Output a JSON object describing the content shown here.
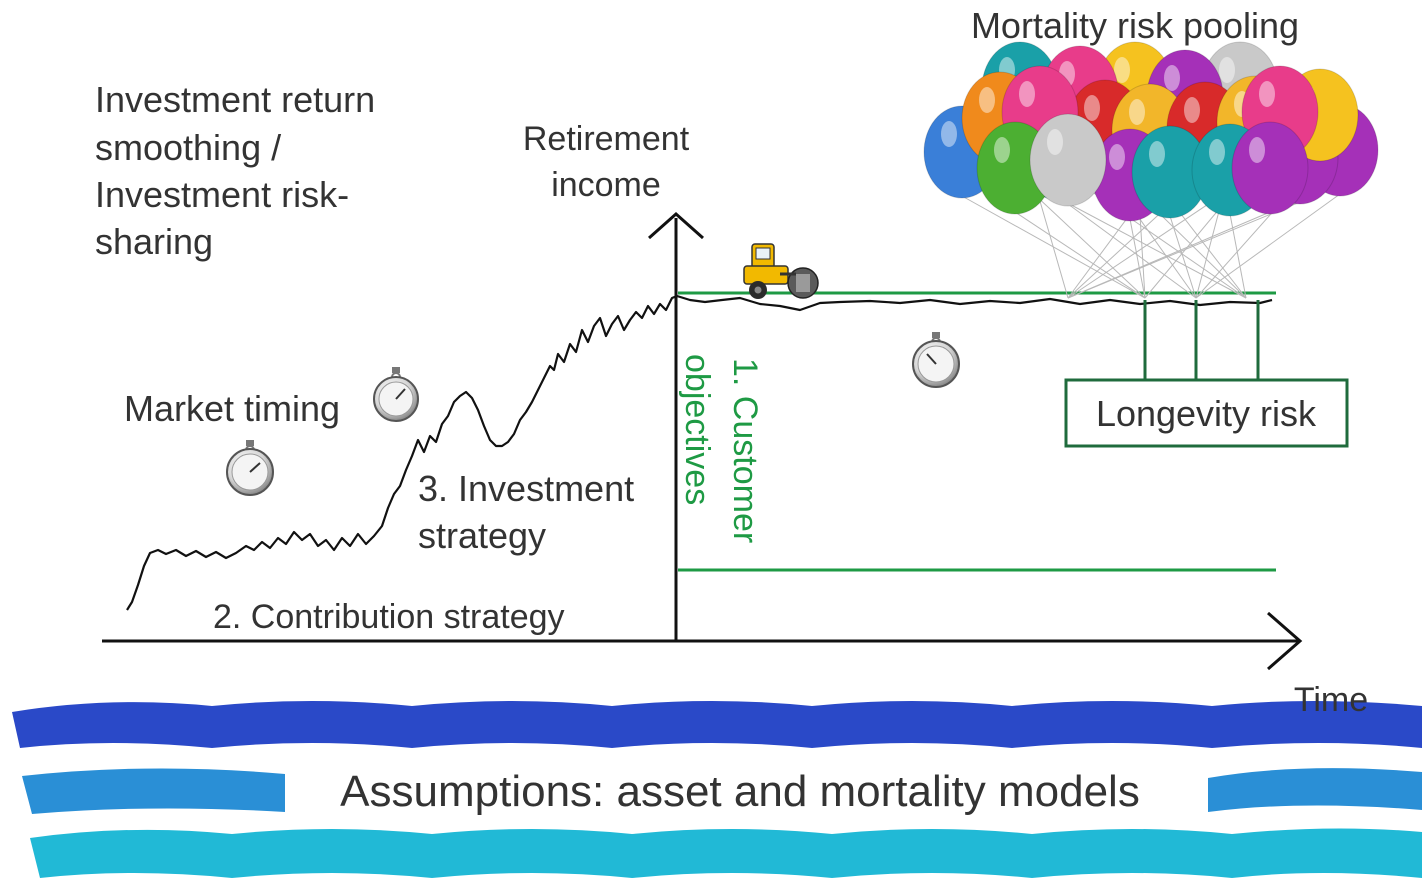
{
  "labels": {
    "investment_smoothing": [
      "Investment return",
      "smoothing /",
      "Investment risk-",
      "sharing"
    ],
    "retirement_income": [
      "Retirement",
      "income"
    ],
    "mortality_pooling": "Mortality risk pooling",
    "market_timing": "Market timing",
    "investment_strategy": [
      "3. Investment",
      "strategy"
    ],
    "customer_objectives": [
      "1. Customer",
      "objectives"
    ],
    "contribution_strategy": "2. Contribution strategy",
    "longevity_risk": "Longevity risk",
    "time": "Time",
    "assumptions": "Assumptions: asset and mortality models"
  },
  "icons": {
    "stopwatch": "stopwatch-icon",
    "road_roller": "road-roller-icon",
    "balloons": "balloon-icon"
  },
  "colors": {
    "text": "#333333",
    "green": "#1e9a44",
    "dark_green": "#1f6b3c",
    "axis": "#111111",
    "wave_top": "#2a49c8",
    "wave_mid": "#2a8fd6",
    "wave_bottom": "#21b9d6",
    "balloons": [
      "#3a7fd8",
      "#f08a1c",
      "#e83c8a",
      "#d82a2a",
      "#f2b62a",
      "#4caf32",
      "#c9c9c9",
      "#1aa0a8",
      "#a530b8",
      "#f5c21f"
    ]
  }
}
